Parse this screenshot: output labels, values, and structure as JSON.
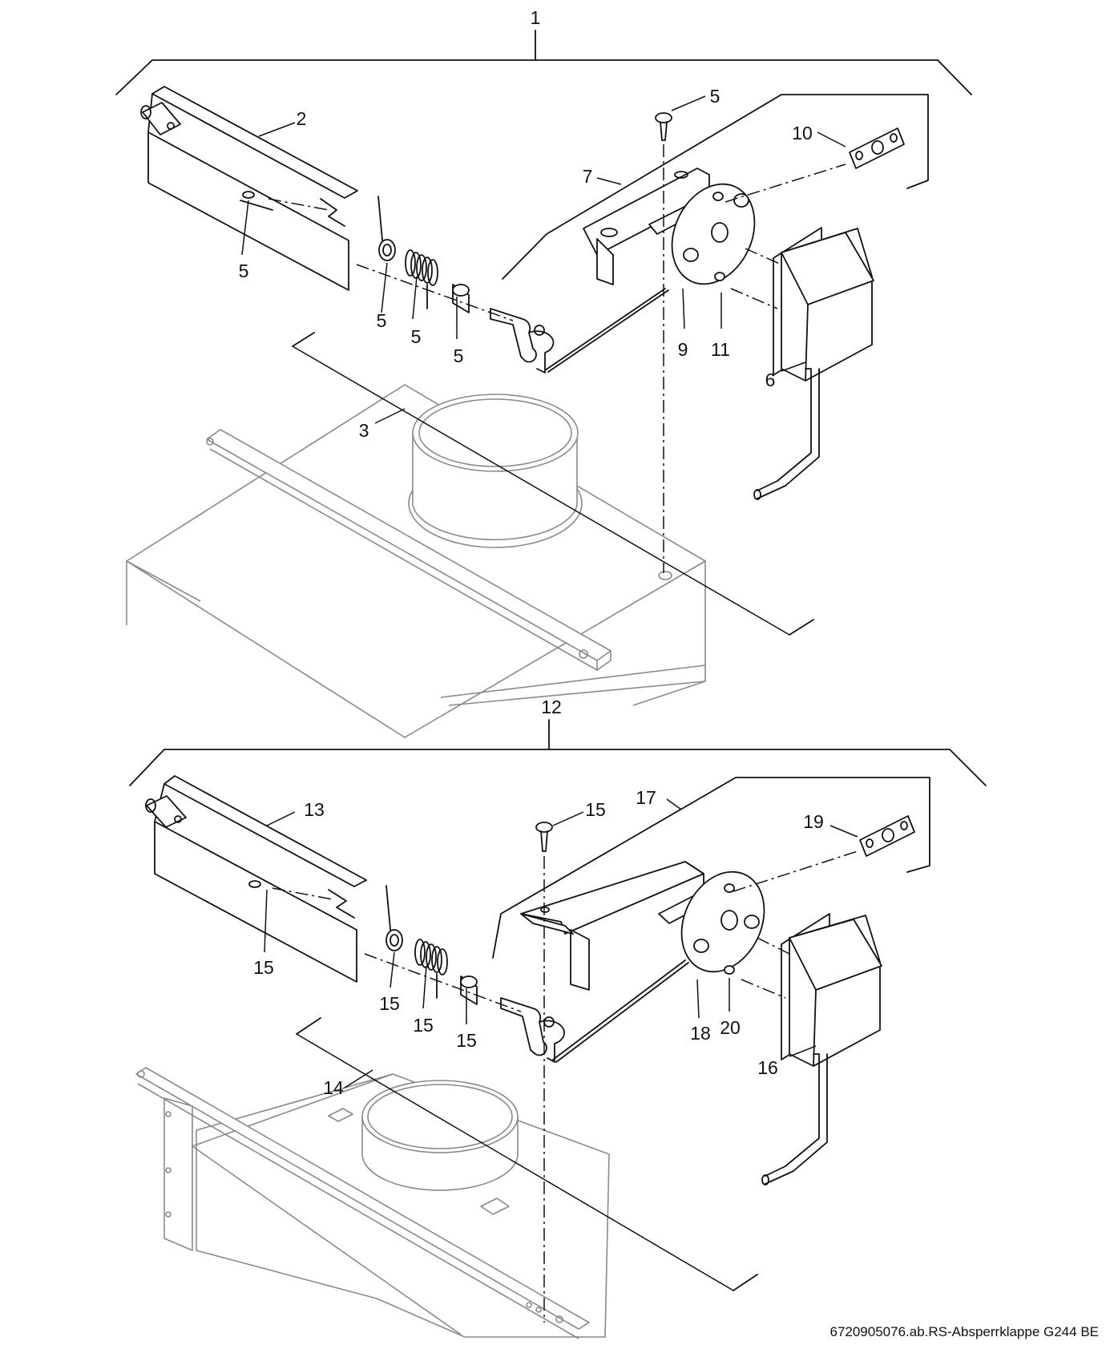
{
  "assemblies": [
    {
      "id": "upper",
      "callouts": {
        "assembly": "1",
        "flap": "2",
        "base": "3",
        "screw": "5",
        "pin_flap": "5",
        "washer": "5",
        "spring": "5",
        "sleeve": "5",
        "motor": "6",
        "bracket": "7",
        "disc": "9",
        "plate": "10",
        "stud": "11"
      }
    },
    {
      "id": "lower",
      "callouts": {
        "assembly": "12",
        "flap": "13",
        "base": "14",
        "screw": "15",
        "pin_flap": "15",
        "washer": "15",
        "spring": "15",
        "sleeve": "15",
        "motor": "16",
        "bracket": "17",
        "disc": "18",
        "plate": "19",
        "stud": "20"
      }
    }
  ],
  "footer": "6720905076.ab.RS-Absperrklappe G244 BE"
}
